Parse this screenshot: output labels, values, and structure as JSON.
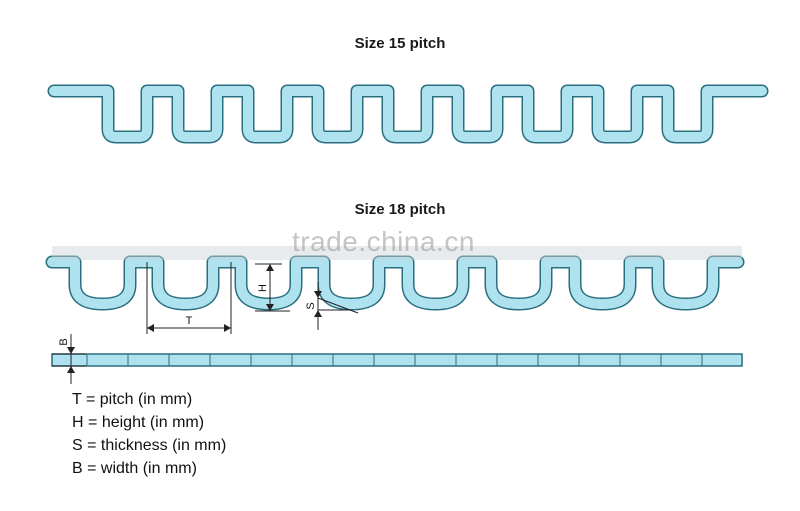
{
  "diagram": {
    "title_15": "Size 15 pitch",
    "title_18": "Size 18 pitch",
    "dim_labels": {
      "T": "T",
      "H": "H",
      "S": "S",
      "B": "B"
    },
    "legend": [
      {
        "symbol": "T",
        "eq": "=",
        "text": "pitch (in mm)"
      },
      {
        "symbol": "H",
        "eq": "=",
        "text": "height (in mm)"
      },
      {
        "symbol": "S",
        "eq": "=",
        "text": "thickness (in mm)"
      },
      {
        "symbol": "B",
        "eq": "=",
        "text": "width (in mm)"
      }
    ],
    "watermark": "trade.china.cn",
    "colors": {
      "fill": "#aee2ee",
      "stroke": "#2a6f80",
      "line": "#222222"
    }
  }
}
